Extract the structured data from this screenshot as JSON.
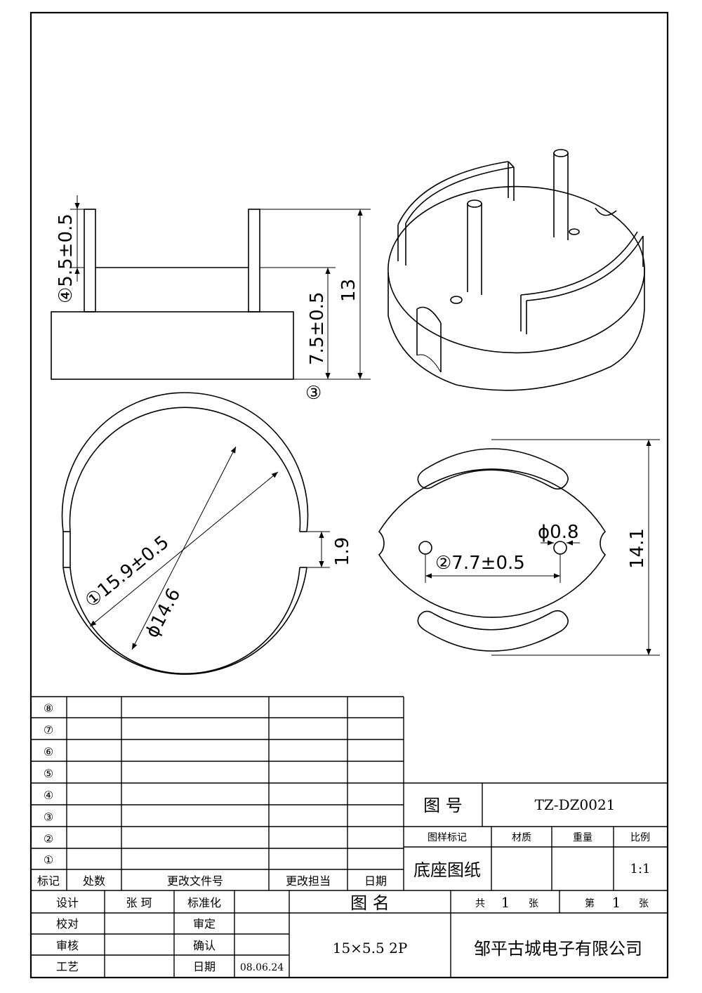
{
  "dims": {
    "d4": "④5.5±0.5",
    "d3_height": "7.5±0.5",
    "d3_mark": "③",
    "total_height": "13",
    "d1": "①15.9±0.5",
    "phi146": "ϕ14.6",
    "notch": "1.9",
    "phi08": "ϕ0.8",
    "d2": "②7.7±0.5",
    "width": "14.1"
  },
  "revision_table": {
    "rows": [
      "⑧",
      "⑦",
      "⑥",
      "⑤",
      "④",
      "③",
      "②",
      "①"
    ],
    "headers": [
      "标记",
      "处数",
      "更改文件号",
      "更改担当",
      "日期"
    ]
  },
  "title_block": {
    "drawing_no_label": "图 号",
    "drawing_no": "TZ-DZ0021",
    "mark_label": "图样标记",
    "material_label": "材质",
    "weight_label": "重量",
    "scale_label": "比例",
    "doc_type": "底座图纸",
    "scale": "1:1",
    "design_label": "设计",
    "designer": "张 珂",
    "standard_label": "标准化",
    "check_label": "校对",
    "approve_label": "审定",
    "review_label": "审核",
    "confirm_label": "确认",
    "craft_label": "工艺",
    "date_label": "日期",
    "date": "08.06.24",
    "name_label": "图 名",
    "part_name": "15×5.5 2P",
    "total_label": "共",
    "total": "1",
    "sheet_unit": "张",
    "sheet_label": "第",
    "sheet": "1",
    "sheet_unit2": "张",
    "company": "邹平古城电子有限公司"
  }
}
